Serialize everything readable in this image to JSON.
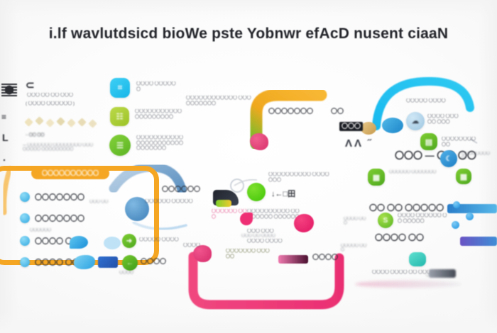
{
  "document": {
    "title": "i.lf wavlutdsicd bioWe pste Yobnwr efAcD nusent ciaaN",
    "background_color": "#fbfbfb",
    "note": "blurred illegible infographic poster"
  },
  "palette": {
    "orange": "#f5a623",
    "green": "#6fbe2c",
    "cyan": "#29c3f0",
    "pink": "#ef3b78",
    "steel_blue": "#6d9fc8",
    "blue": "#1f93e0",
    "purple": "#6a53c4",
    "lime": "#b8d63a",
    "text_dark": "#2c2f36"
  },
  "left_column": {
    "mark_label": "≡",
    "heading": "⊂",
    "caption_1": "〇〇〇 〇〇 〇〇 〇〇〇",
    "caption_2": "( 〇〇〇〇 〇〇〇〇〇〇 )",
    "legend_label": "─ 〇〇 〇〇",
    "footnote": "— 〇〇〇〇〇〇〇 〇〇〇〇〇〇〇〇 〇〇〇〇〇〇〇〇 〇〇〇〇〇〇〇〇〇"
  },
  "icon_stack": [
    {
      "name": "cyan-tile-icon",
      "color": "#29c3f0",
      "glyph": "⌗",
      "label": "〇〇〇〇 〇〇〇〇〇〇"
    },
    {
      "name": "lime-tile-icon",
      "color": "#a9cf36",
      "glyph": "☷",
      "label": "〇〇〇〇〇〇〇〇〇〇〇 〇〇〇〇〇〇〇〇〇"
    },
    {
      "name": "green-tile-icon",
      "color": "#6fbe2c",
      "glyph": "☰",
      "label": "〇〇〇〇〇〇〇〇〇〇〇 〇〇〇〇〇〇〇〇〇〇〇 〇〇〇〇〇〇〇"
    }
  ],
  "center_top": {
    "note_1": "〇〇〇〇〇〇〇〇〇〇〇〇 〇〇〇〇〇〇〇〇〇〇",
    "arrow_label": "〇〇〇〇〇〇〇",
    "side_label": "〇〇"
  },
  "panel": {
    "header_label": "〇〇〇〇〇〇〇〇〇〇",
    "items": [
      {
        "label": "〇〇〇〇〇〇〇"
      },
      {
        "label": "〇〇〇〇〇〇〇"
      },
      {
        "label": "〇〇〇〇 〇〇"
      },
      {
        "label": "〇〇〇〇 〇〇"
      }
    ],
    "item_sub_label": "〇〇〇〇〇〇"
  },
  "mid_left": {
    "arc_label": "〇〇〇〇〇〇",
    "node_label": "〇〇〇〇〇〇 〇〇〇〇〇",
    "tag_label": "〇〇〇 〇〇"
  },
  "center": {
    "block_1": "〇〇〇〇〇〇〇〇〇〇 〇〇〇〇〇〇〇",
    "block_2": "↓←□田",
    "block_3": "〇〇〇〇〇〇〇〇〇〇 〇〇〇〇〇〇〇〇 〇〇〇〇〇〇",
    "block_4": "〇〇〇 〇〇〇",
    "block_5": "〇〇〇〇 〇〇〇〇",
    "pink_label": "〇〇〇〇〇〇 〇〇〇"
  },
  "right_column": {
    "arc_caption": "〇〇〇〇〇 〇〇〇〇",
    "row_1": "〇〇〇〇 〇〇〇〇〇 〇〇〇",
    "row_2": "〇〇〇〇〇〇〇〇〇〇",
    "row_3": "〇〇〇 — 〇〇 〇〇",
    "row_4": "〇〇 〇〇 〇〇〇〇〇",
    "row_5": "〇〇〇〇 〇〇〇〇〇〇 〇〇 〇〇〇〇〇",
    "badge_label": "〇〇〇",
    "small_note": "〇〇〇〇〇〇〇〇〇"
  },
  "bottom": {
    "left_note": "〇〇〇〇",
    "center_note": "〇〇〇 〇〇 〇〇〇〇",
    "right_note": "〇〇〇〇〇〇〇〇"
  }
}
